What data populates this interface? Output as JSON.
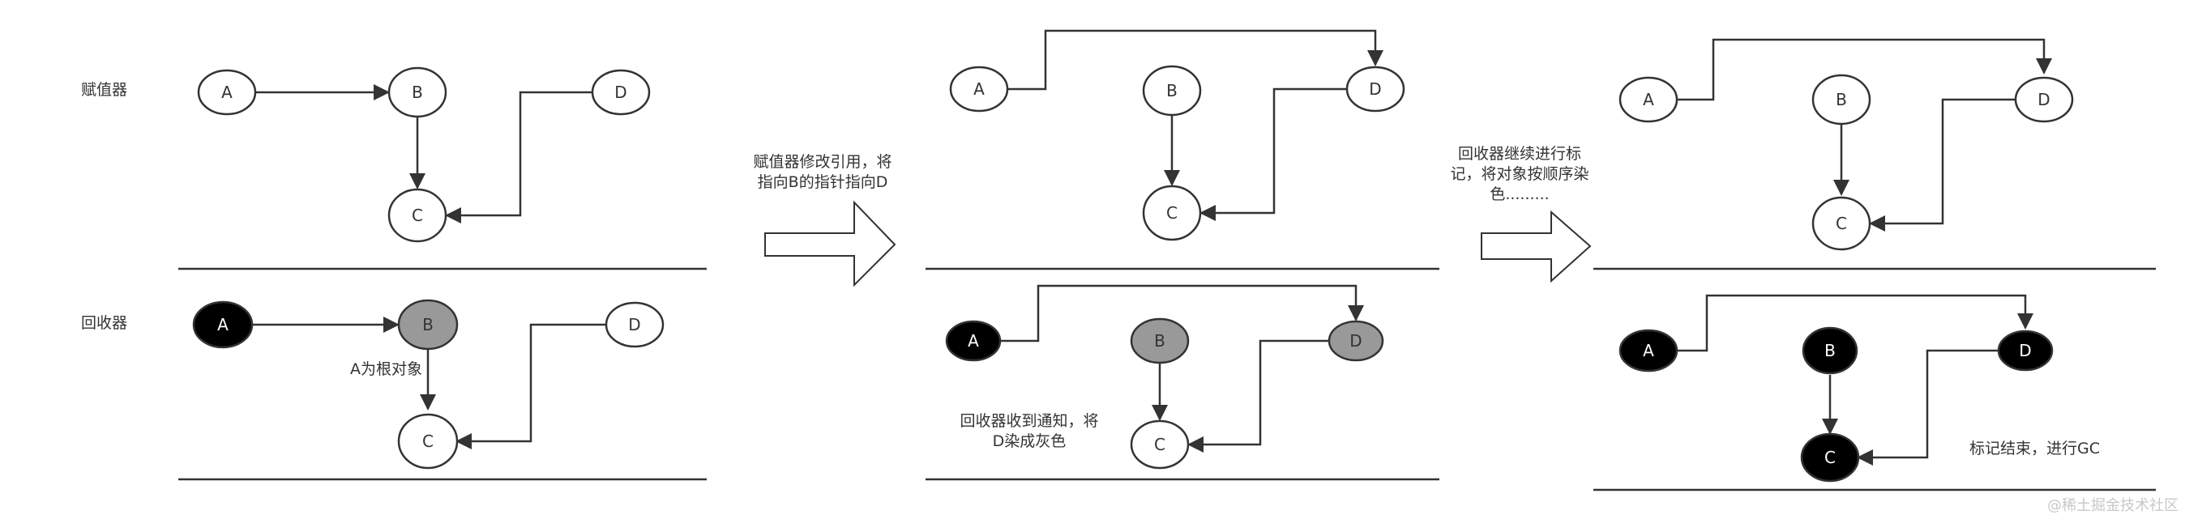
{
  "row_labels": {
    "mutator": "赋值器",
    "collector": "回收器"
  },
  "nodes": {
    "a": "A",
    "b": "B",
    "c": "C",
    "d": "D"
  },
  "notes": {
    "root": "A为根对象",
    "step1_line1": "赋值器修改引用，将",
    "step1_line2": "指向B的指针指向D",
    "step2_line1": "回收器收到通知，将",
    "step2_line2": "D染成灰色",
    "step3_line1": "回收器继续进行标",
    "step3_line2": "记，将对象按顺序染",
    "step3_line3": "色.........",
    "step4": "标记结束，进行GC"
  },
  "watermark": "@稀土掘金技术社区",
  "colors": {
    "white": "#ffffff",
    "gray": "#999999",
    "black": "#000000",
    "stroke": "#333333"
  }
}
